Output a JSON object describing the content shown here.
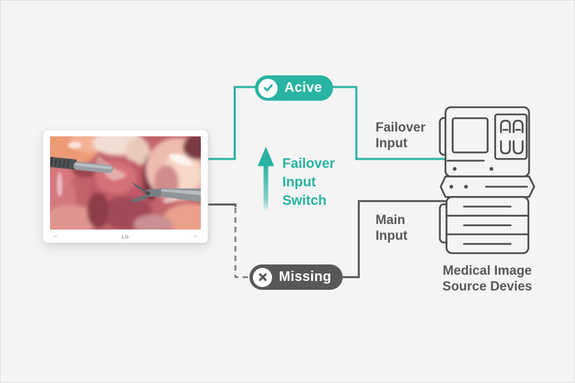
{
  "colors": {
    "accent_teal": "#29b3a2",
    "dark_gray": "#57585a",
    "device_stroke": "#4a4b4d",
    "background": "#f4f4f5"
  },
  "monitor": {
    "brand": "LG"
  },
  "badges": {
    "active": {
      "label": "Acive",
      "icon": "check"
    },
    "missing": {
      "label": "Missing",
      "icon": "x"
    }
  },
  "labels": {
    "switch": "Failover\nInput\nSwitch",
    "failover_input": "Failover\nInput",
    "main_input": "Main\nInput",
    "device_caption": "Medical Image\nSource Devies"
  }
}
